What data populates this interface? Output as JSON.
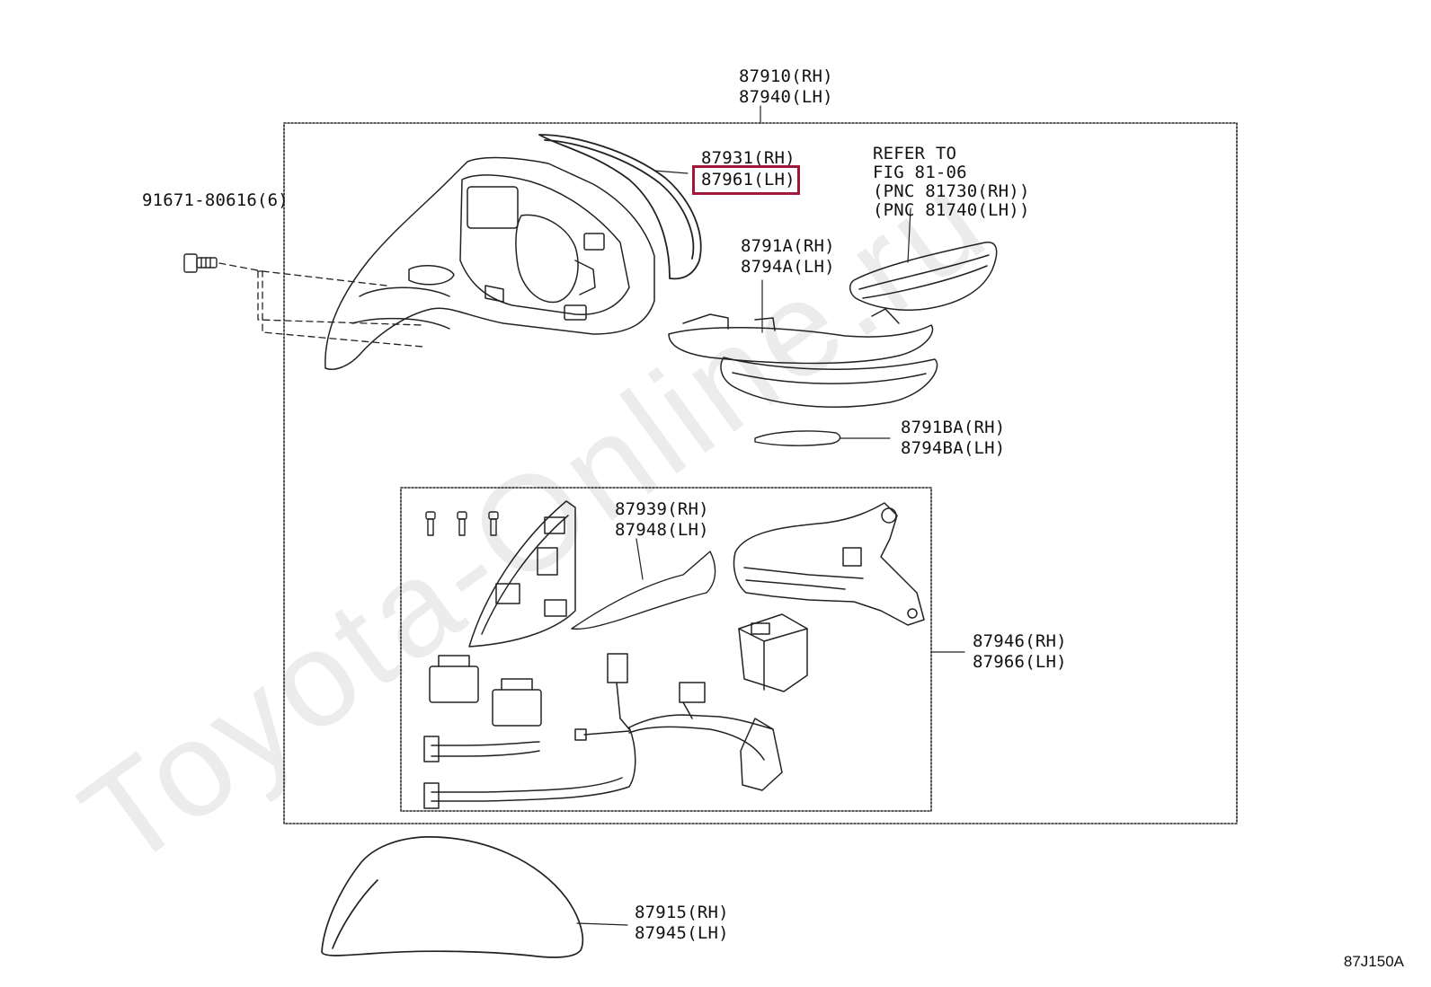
{
  "watermark": "Toyota-Online.ru",
  "figure_id": "87J150A",
  "labels": {
    "assembly": [
      "87910(RH)",
      "87940(LH)"
    ],
    "screw": [
      "91671-80616(6)"
    ],
    "mirror": [
      "87931(RH)",
      "87961(LH)"
    ],
    "refer": [
      "REFER TO",
      "FIG 81-06",
      "(PNC 81730(RH))",
      "(PNC 81740(LH))"
    ],
    "cover_lower": [
      "8791A(RH)",
      "8794A(LH)"
    ],
    "cover_small": [
      "8791BA(RH)",
      "8794BA(LH)"
    ],
    "pad": [
      "87939(RH)",
      "87948(LH)"
    ],
    "actuator": [
      "87946(RH)",
      "87966(LH)"
    ],
    "cap": [
      "87915(RH)",
      "87945(LH)"
    ]
  },
  "highlight": "87961(LH)"
}
